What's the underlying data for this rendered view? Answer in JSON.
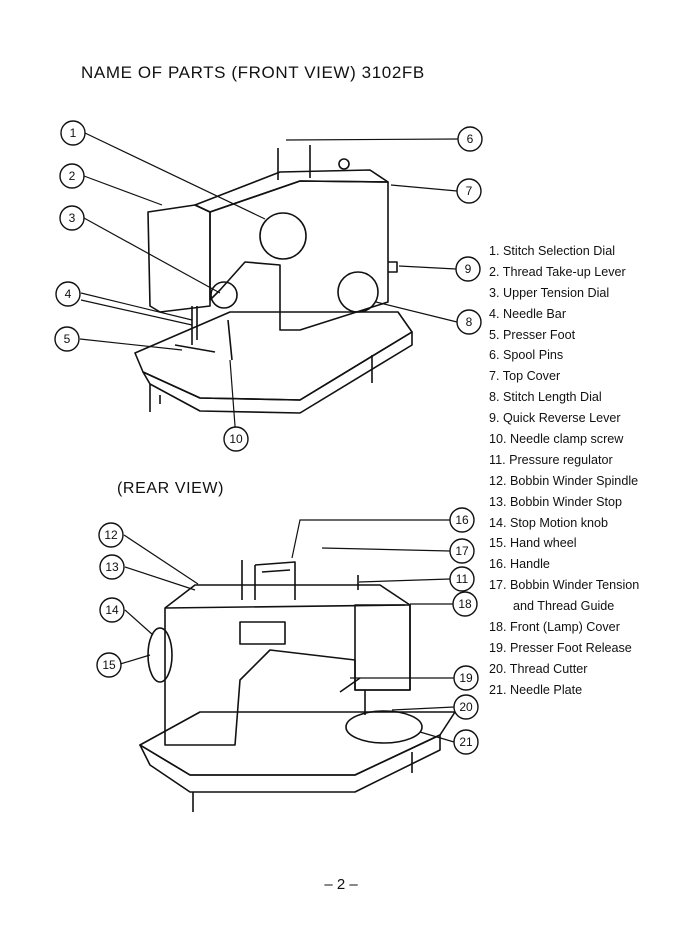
{
  "page": {
    "title": "NAME OF PARTS (FRONT VIEW)  3102FB",
    "rear_title": "(REAR VIEW)",
    "page_number": "– 2 –"
  },
  "parts": [
    "1. Stitch  Selection  Dial",
    "2. Thread Take-up Lever",
    "3. Upper Tension Dial",
    "4. Needle Bar",
    "5. Presser Foot",
    "6. Spool Pins",
    "7. Top Cover",
    "8. Stitch Length Dial",
    "9. Quick Reverse Lever",
    "10. Needle clamp screw",
    "11. Pressure regulator",
    "12. Bobbin Winder Spindle",
    "13. Bobbin Winder Stop",
    "14. Stop Motion knob",
    "15. Hand wheel",
    "16. Handle",
    "17. Bobbin Winder Tension",
    "and Thread Guide",
    "18. Front (Lamp) Cover",
    "19. Presser Foot Release",
    "20. Thread Cutter",
    "21. Needle Plate"
  ],
  "front_callouts": [
    "1",
    "2",
    "3",
    "4",
    "5",
    "6",
    "7",
    "8",
    "9",
    "10"
  ],
  "rear_callouts": [
    "12",
    "13",
    "14",
    "15",
    "16",
    "17",
    "11",
    "18",
    "19",
    "20",
    "21"
  ]
}
